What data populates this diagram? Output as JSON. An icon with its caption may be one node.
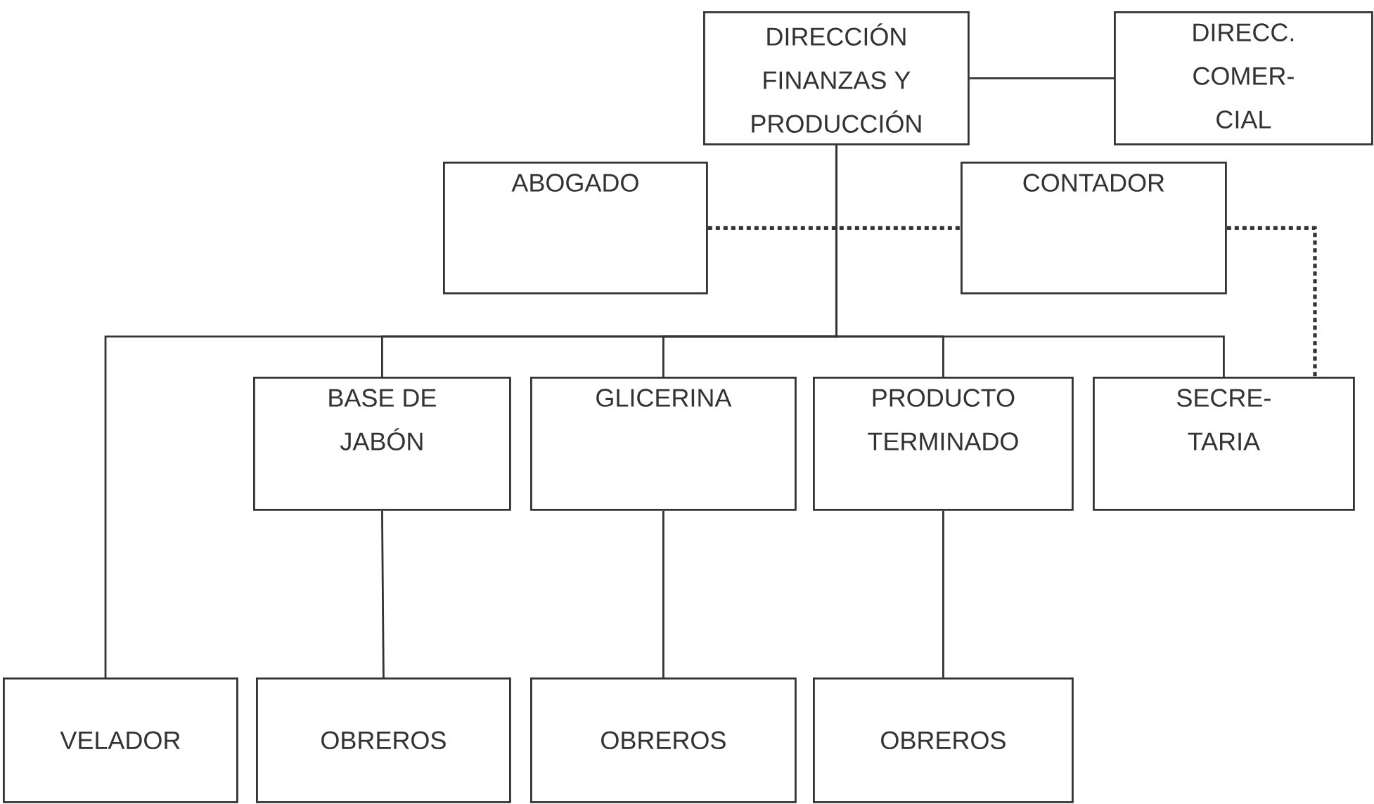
{
  "diagram": {
    "nodes": [
      {
        "text": [
          "DIRECCIÓN FINANZAS Y PRODUCCIÓN"
        ]
      },
      {
        "text": [
          "DIRECC. COMER- CIAL"
        ]
      },
      {
        "text": [
          "ABOGADO"
        ]
      },
      {
        "text": [
          "CONTADOR"
        ]
      },
      {
        "text": [
          "BASE DE JABÓN"
        ]
      },
      {
        "text": [
          "GLICERINA"
        ]
      },
      {
        "text": [
          "PRODUCTO TERMINADO"
        ]
      },
      {
        "text": [
          "SECRE- TARIA"
        ]
      },
      {
        "text": [
          "VELADOR"
        ]
      },
      {
        "text": [
          "OBREROS"
        ]
      },
      {
        "text": [
          "OBREROS"
        ]
      },
      {
        "text": [
          "OBREROS"
        ]
      }
    ],
    "edges": [
      {
        "from": 0,
        "to": 1,
        "arrow": "none"
      },
      {
        "from": 2,
        "to": 3,
        "arrow": "none",
        "style": "dashed"
      },
      {
        "from": 3,
        "to": 7,
        "arrow": "none",
        "style": "dashed"
      },
      {
        "from": 0,
        "to": 8,
        "arrow": "none"
      },
      {
        "from": 0,
        "to": 4,
        "arrow": "none"
      },
      {
        "from": 0,
        "to": 5,
        "arrow": "none"
      },
      {
        "from": 0,
        "to": 6,
        "arrow": "none"
      },
      {
        "from": 0,
        "to": 7,
        "arrow": "none"
      },
      {
        "from": 4,
        "to": 9,
        "arrow": "none"
      },
      {
        "from": 5,
        "to": 10,
        "arrow": "none"
      },
      {
        "from": 6,
        "to": 11,
        "arrow": "none"
      }
    ]
  }
}
